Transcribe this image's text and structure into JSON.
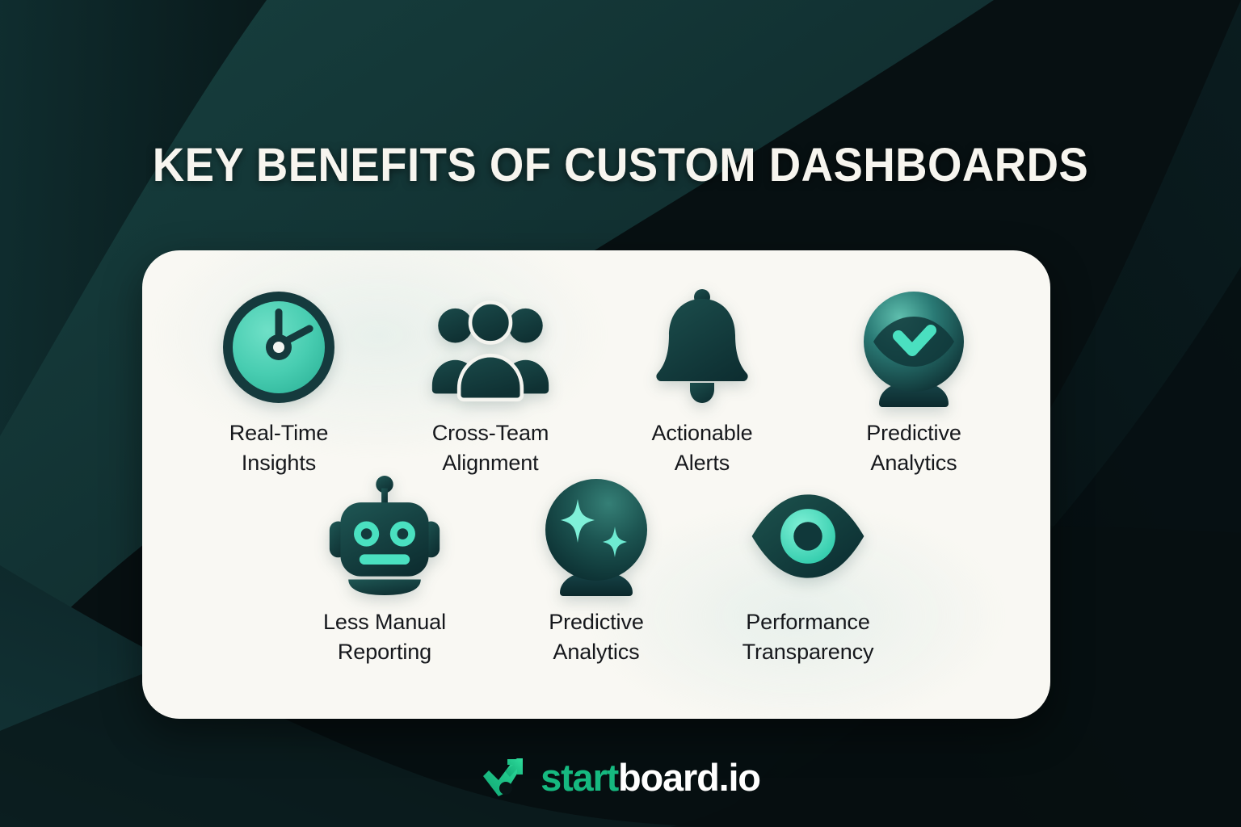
{
  "header": {
    "title": "KEY BENEFITS OF CUSTOM DASHBOARDS"
  },
  "card": {
    "background_color": "#f9f8f3",
    "rows": [
      {
        "items": [
          {
            "icon": "clock-icon",
            "label": "Real-Time\nInsights"
          },
          {
            "icon": "people-group-icon",
            "label": "Cross-Team\nAlignment"
          },
          {
            "icon": "bell-icon",
            "label": "Actionable\nAlerts"
          },
          {
            "icon": "crystal-ball-check-icon",
            "label": "Predictive\nAnalytics"
          }
        ]
      },
      {
        "items": [
          {
            "icon": "robot-icon",
            "label": "Less Manual\nReporting"
          },
          {
            "icon": "crystal-ball-sparkle-icon",
            "label": "Predictive\nAnalytics"
          },
          {
            "icon": "eye-icon",
            "label": "Performance\nTransparency"
          }
        ]
      }
    ]
  },
  "logo": {
    "mark": "checkmark-arrow-icon",
    "text_primary": "start",
    "text_secondary": "board.io"
  },
  "colors": {
    "background_dark": "#071012",
    "background_teal": "#14353a",
    "card": "#f9f8f3",
    "icon_dark_teal": "#153a3d",
    "icon_mint": "#45c9b0",
    "title_text": "#f7f5ef",
    "label_text": "#16181c",
    "brand_green": "#16b980",
    "brand_white": "#ffffff"
  }
}
